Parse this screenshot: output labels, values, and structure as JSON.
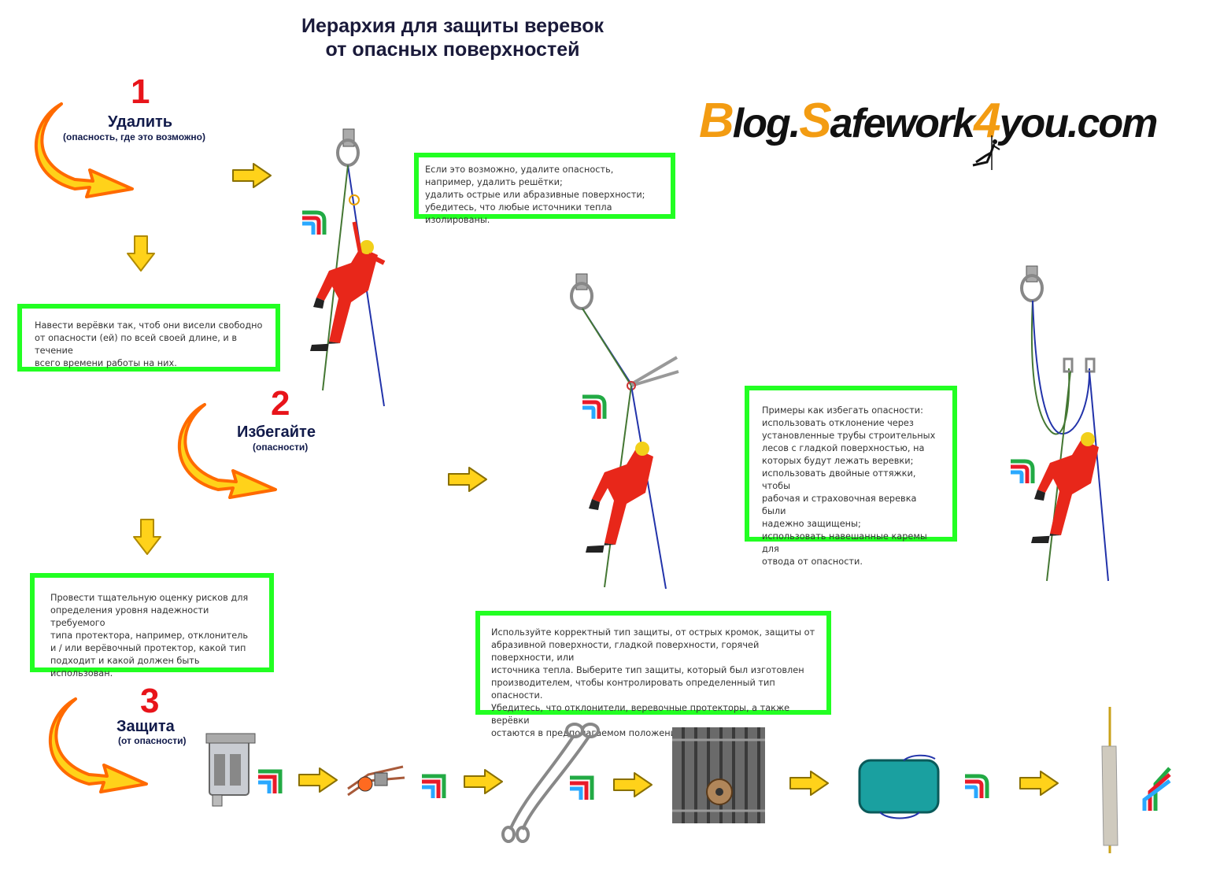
{
  "title": {
    "line1": "Иерархия для защиты веревок",
    "line2": "от опасных поверхностей"
  },
  "logo": {
    "part_b": "B",
    "part_log": "log.",
    "part_s": "S",
    "part_afework": "afework",
    "part_4": "4",
    "part_you": "you.com"
  },
  "steps": [
    {
      "number": "1",
      "name": "Удалить",
      "sub": "(опасность, где это возможно)"
    },
    {
      "number": "2",
      "name": "Избегайте",
      "sub": "(опасности)"
    },
    {
      "number": "3",
      "name": "Защита",
      "sub": "(от опасности)"
    }
  ],
  "boxes": {
    "remove": [
      "Если это возможно, удалите опасность,",
      "например, удалить решётки;",
      "удалить острые или абразивные поверхности;",
      "убедитесь, что любые источники тепла изолированы."
    ],
    "hang": [
      "Навести верёвки так, чтоб они висели свободно",
      "от опасности (ей) по всей своей длине, и в течение",
      "всего времени работы на них."
    ],
    "avoid_examples": [
      "Примеры как избегать опасности:",
      "использовать отклонение через",
      "установленные трубы строительных",
      "лесов с гладкой поверхностью, на",
      "которых будут лежать веревки;",
      "использовать двойные оттяжки, чтобы",
      "рабочая и страховочная веревка были",
      "надежно защищены;",
      "использовать навешанные каремы для",
      "отвода от опасности."
    ],
    "assess": [
      "Провести тщательную оценку рисков для",
      "определения уровня надежности требуемого",
      "типа протектора, например, отклонитель",
      "и / или верёвочный протектор, какой тип",
      "подходит и какой должен быть использован."
    ],
    "protect": [
      "Используйте корректный тип защиты, от острых кромок, защиты от",
      "абразивной поверхности, гладкой поверхности, горячей поверхности, или",
      "источника тепла. Выберите тип защиты, который был изготовлен",
      "производителем, чтобы контролировать определенный тип опасности.",
      "Убедитесь, что отклонители, веревочные протекторы, а также верёвки",
      "остаются в предполагаемом положении и под нагрузкой."
    ]
  },
  "colors": {
    "box_border": "#22ff22",
    "step_number": "#e8141a",
    "step_name": "#111a4a",
    "arrow_fill": "#ffd21a",
    "arrow_edge": "#ff6a00",
    "corner_green": "#22aa44",
    "corner_red": "#e81a2a",
    "corner_blue": "#2aa8ff",
    "worker_suit": "#e8271a"
  },
  "icons": [
    "curved-arrow-icon",
    "right-arrow-icon",
    "down-arrow-icon",
    "edge-corner-icon",
    "anchor-icon",
    "rope-access-worker",
    "roller-protector",
    "rope-deviation",
    "wire-sling",
    "grating-with-anchor",
    "rope-protector-pad",
    "rope-sleeve"
  ]
}
